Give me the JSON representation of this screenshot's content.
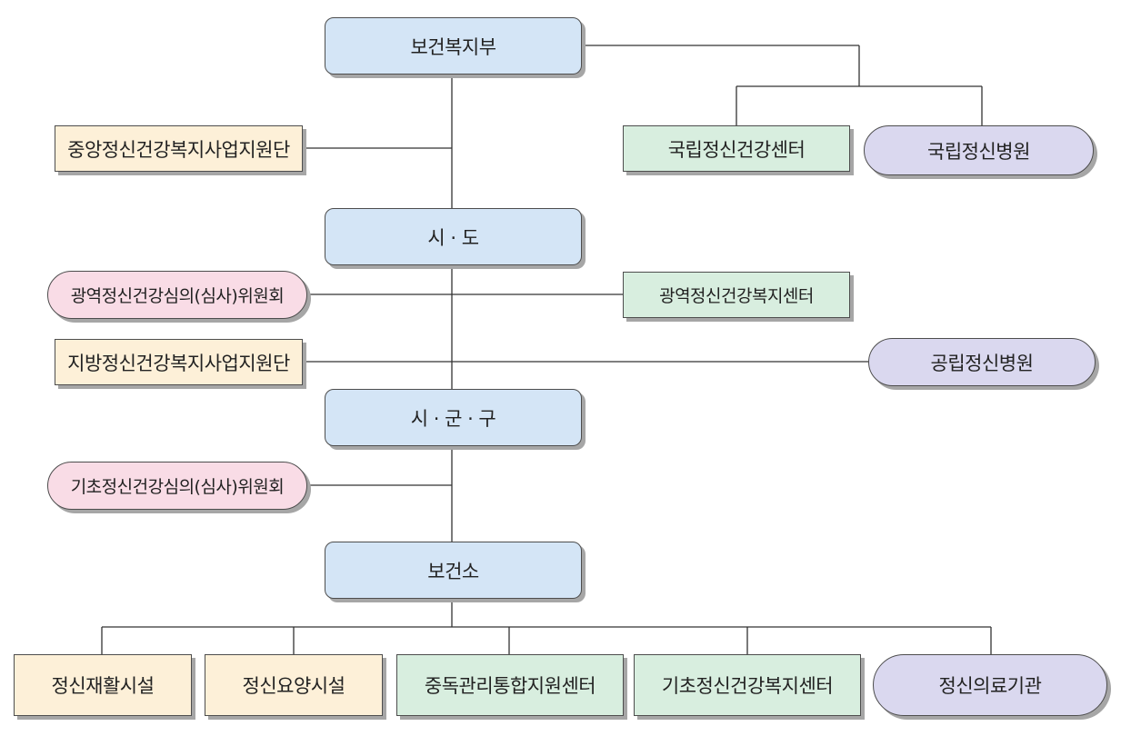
{
  "nodes": {
    "mohw": "보건복지부",
    "central_support": "중앙정신건강복지사업지원단",
    "national_mh_center": "국립정신건강센터",
    "national_hospital": "국립정신병원",
    "sido": "시 · 도",
    "regional_committee": "광역정신건강심의(심사)위원회",
    "regional_welfare_center": "광역정신건강복지센터",
    "local_support": "지방정신건강복지사업지원단",
    "public_hospital": "공립정신병원",
    "sigungu": "시 · 군 · 구",
    "basic_committee": "기초정신건강심의(심사)위원회",
    "health_center": "보건소",
    "rehab_facility": "정신재활시설",
    "care_facility": "정신요양시설",
    "addiction_center": "중독관리통합지원센터",
    "basic_welfare_center": "기초정신건강복지센터",
    "medical_institution": "정신의료기관"
  }
}
